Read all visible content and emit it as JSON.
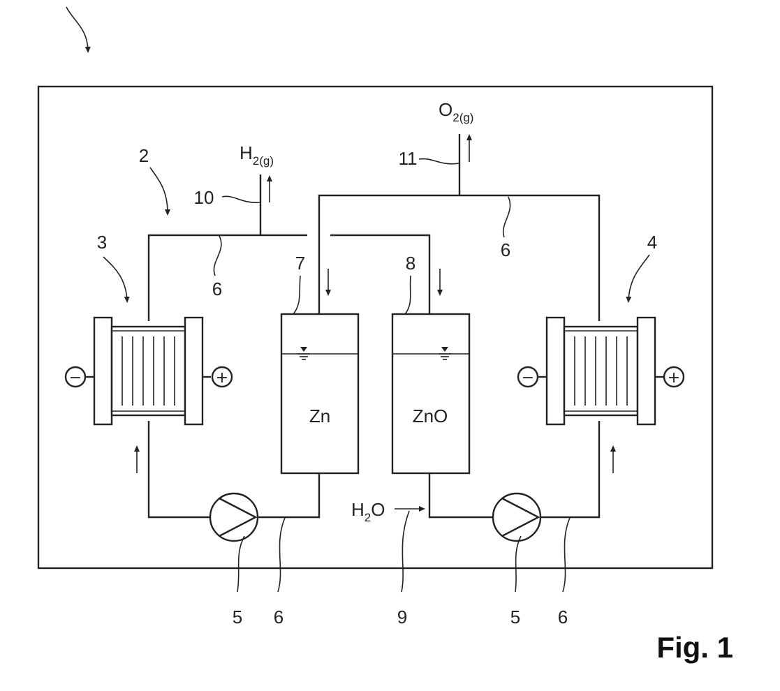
{
  "figure": {
    "caption": "Fig. 1",
    "labels": {
      "system": "2",
      "stack_left": "3",
      "stack_right": "4",
      "pump_left": "5",
      "pump_right": "5",
      "line_top_left": "6",
      "line_top_right": "6",
      "line_bottom_left": "6",
      "line_bottom_right": "6",
      "tank_zn": "7",
      "tank_zno": "8",
      "water_inlet": "9",
      "h2_outlet": "10",
      "o2_outlet": "11"
    },
    "tanks": {
      "zn": "Zn",
      "zno": "ZnO"
    },
    "gases": {
      "h2_main": "H",
      "h2_sub": "2(g)",
      "o2_main": "O",
      "o2_sub": "2(g)",
      "water_main": "H",
      "water_sub": "2",
      "water_end": "O"
    },
    "polarity": {
      "minus": "−",
      "plus": "+"
    }
  }
}
